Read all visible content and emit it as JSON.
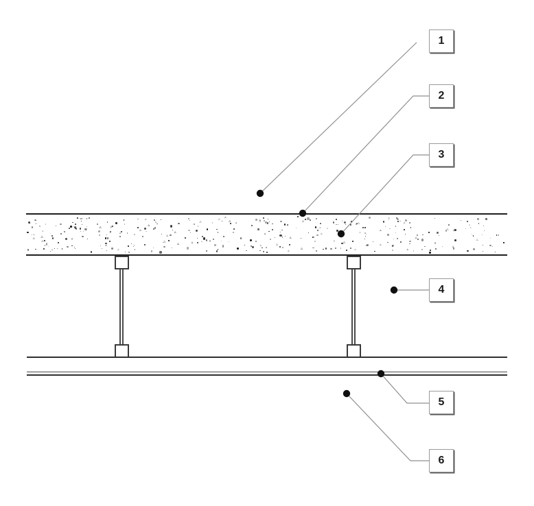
{
  "diagram": {
    "type": "construction-detail-suspended-ceiling",
    "callouts": [
      {
        "label": "1"
      },
      {
        "label": "2"
      },
      {
        "label": "3"
      },
      {
        "label": "4"
      },
      {
        "label": "5"
      },
      {
        "label": "6"
      }
    ],
    "colors": {
      "background": "#ffffff",
      "structure_line": "#2f2f2f",
      "slab_edge": "#1f1f1f",
      "leader_line": "#8f8f8f",
      "reference_dot": "#101010",
      "callout_border": "#9a9a9a",
      "callout_shadow": "#5a5a5a",
      "callout_text": "#1a1a1a"
    }
  }
}
